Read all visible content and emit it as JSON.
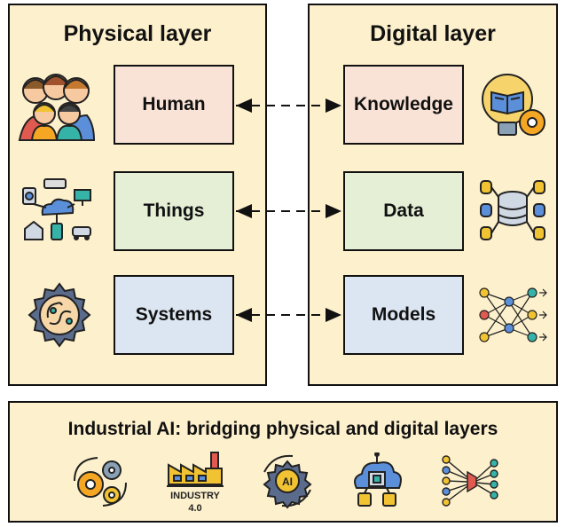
{
  "physical_layer": {
    "title": "Physical layer",
    "items": [
      {
        "label": "Human",
        "color": "#f9e3d6",
        "icon": "people-group-icon"
      },
      {
        "label": "Things",
        "color": "#e4efd6",
        "icon": "iot-devices-icon"
      },
      {
        "label": "Systems",
        "color": "#dce6f2",
        "icon": "brain-gear-icon"
      }
    ]
  },
  "digital_layer": {
    "title": "Digital layer",
    "items": [
      {
        "label": "Knowledge",
        "color": "#f9e3d6",
        "icon": "book-bulb-gear-icon"
      },
      {
        "label": "Data",
        "color": "#e4efd6",
        "icon": "database-network-icon"
      },
      {
        "label": "Models",
        "color": "#dce6f2",
        "icon": "neural-network-icon"
      }
    ]
  },
  "industrial_ai": {
    "title": "Industrial AI: bridging physical and digital layers",
    "icons": [
      {
        "name": "gears-cycle-icon"
      },
      {
        "name": "industry-4-icon",
        "caption_top": "INDUSTRY",
        "caption_bottom": "4.0"
      },
      {
        "name": "ai-gear-icon",
        "badge": "AI"
      },
      {
        "name": "cloud-chip-icon"
      },
      {
        "name": "neural-funnel-icon"
      }
    ]
  },
  "colors": {
    "panel_bg": "#fdf0cc",
    "border": "#111111",
    "human_knowledge": "#f9e3d6",
    "things_data": "#e4efd6",
    "systems_models": "#dce6f2",
    "icon_orange": "#f5a623",
    "icon_blue": "#5b8fd9",
    "icon_teal": "#36b3a8",
    "icon_red": "#e05a4f"
  }
}
